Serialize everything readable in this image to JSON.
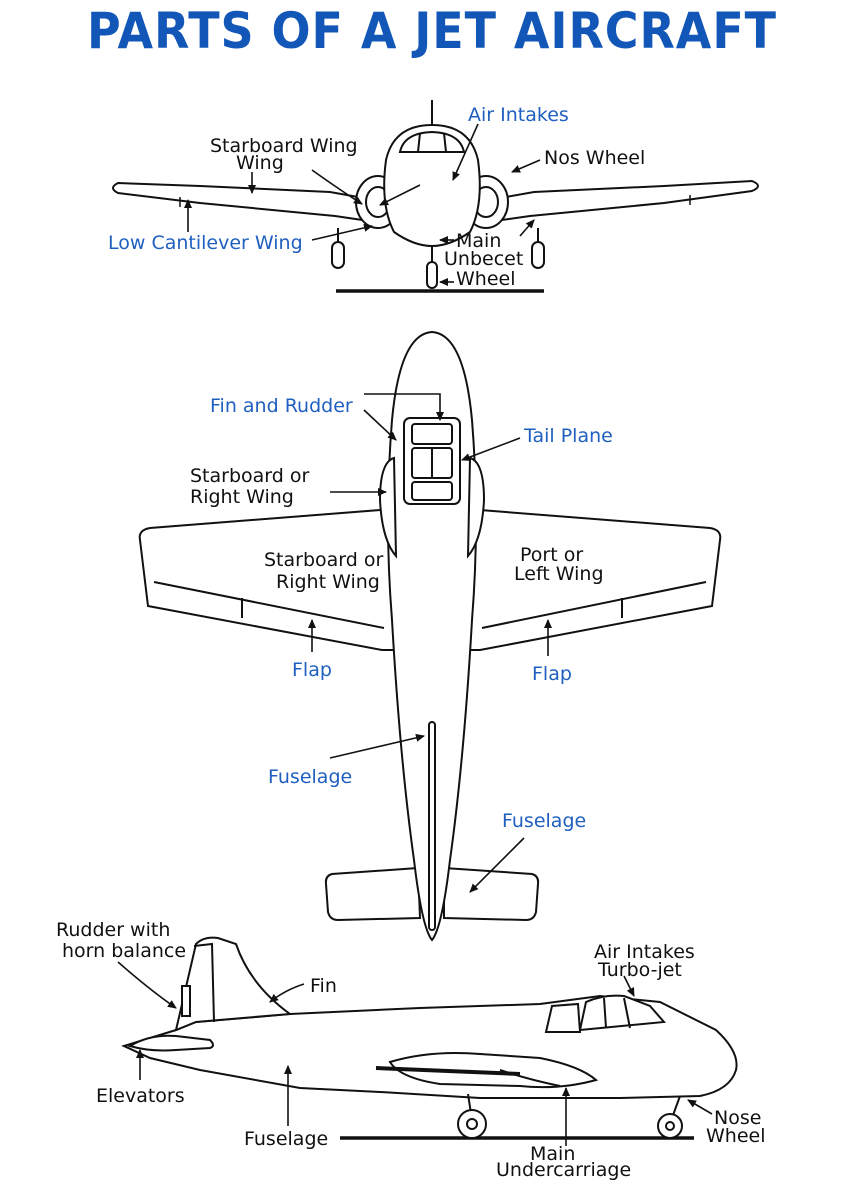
{
  "title": "PARTS OF A JET AIRCRAFT",
  "front_view": {
    "air_intakes": "Air Intakes",
    "starboard_wing_1": "Starboard Wing",
    "starboard_wing_2": "Wing",
    "nose_wheel": "Nos Wheel",
    "low_cantilever_wing": "Low Cantilever Wing",
    "main": "Main",
    "unbecet": "Unbecet",
    "wheel": "Wheel"
  },
  "top_view": {
    "fin_and_rudder": "Fin and Rudder",
    "tail_plane": "Tail Plane",
    "starboard_or_1": "Starboard or",
    "right_wing_1": "Right Wing",
    "starboard_or_2": "Starboard or",
    "right_wing_2": "Right Wing",
    "port_or": "Port or",
    "left_wing": "Left Wing",
    "flap_left": "Flap",
    "flap_right": "Flap",
    "fuselage_1": "Fuselage",
    "fuselage_2": "Fuselage"
  },
  "side_view": {
    "rudder_with": "Rudder with",
    "horn_balance": "horn balance",
    "fin": "Fin",
    "air_intakes": "Air Intakes",
    "turbo_jet": "Turbo-jet",
    "elevators": "Elevators",
    "fuselage": "Fuselage",
    "nose": "Nose",
    "wheel": "Wheel",
    "main": "Main",
    "undercarriage": "Undercarriage"
  },
  "colors": {
    "title": "#1257b8",
    "label_blue": "#1f5fbf",
    "line": "#111111"
  }
}
